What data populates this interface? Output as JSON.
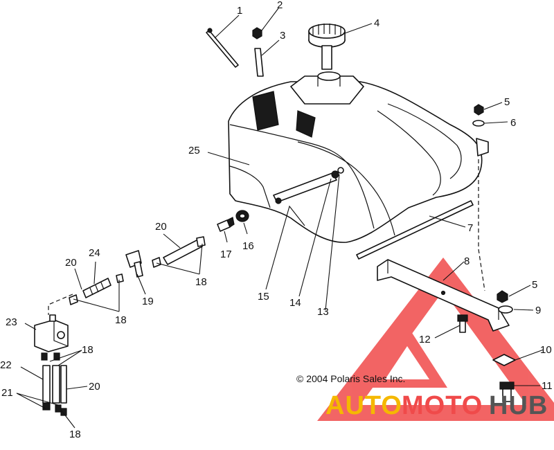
{
  "diagram": {
    "copyright": "© 2004 Polaris Sales Inc.",
    "callouts": [
      {
        "id": "c1",
        "label": "1"
      },
      {
        "id": "c2",
        "label": "2"
      },
      {
        "id": "c3",
        "label": "3"
      },
      {
        "id": "c4",
        "label": "4"
      },
      {
        "id": "c5a",
        "label": "5"
      },
      {
        "id": "c6",
        "label": "6"
      },
      {
        "id": "c7",
        "label": "7"
      },
      {
        "id": "c8",
        "label": "8"
      },
      {
        "id": "c5b",
        "label": "5"
      },
      {
        "id": "c9",
        "label": "9"
      },
      {
        "id": "c10",
        "label": "10"
      },
      {
        "id": "c11",
        "label": "11"
      },
      {
        "id": "c12",
        "label": "12"
      },
      {
        "id": "c13",
        "label": "13"
      },
      {
        "id": "c14",
        "label": "14"
      },
      {
        "id": "c15",
        "label": "15"
      },
      {
        "id": "c16",
        "label": "16"
      },
      {
        "id": "c17",
        "label": "17"
      },
      {
        "id": "c20a",
        "label": "20"
      },
      {
        "id": "c18a",
        "label": "18"
      },
      {
        "id": "c25",
        "label": "25"
      },
      {
        "id": "c24",
        "label": "24"
      },
      {
        "id": "c20b",
        "label": "20"
      },
      {
        "id": "c19",
        "label": "19"
      },
      {
        "id": "c18b",
        "label": "18"
      },
      {
        "id": "c23",
        "label": "23"
      },
      {
        "id": "c18c",
        "label": "18"
      },
      {
        "id": "c22",
        "label": "22"
      },
      {
        "id": "c20c",
        "label": "20"
      },
      {
        "id": "c21",
        "label": "21"
      },
      {
        "id": "c18d",
        "label": "18"
      }
    ]
  },
  "watermark": {
    "part1": "AUTO",
    "part2": "MOTO",
    "part3": "HUB",
    "colors": {
      "auto": "#f5b800",
      "moto": "#f04a4a",
      "hub": "#555555",
      "triangle": "#f04a4a"
    }
  }
}
